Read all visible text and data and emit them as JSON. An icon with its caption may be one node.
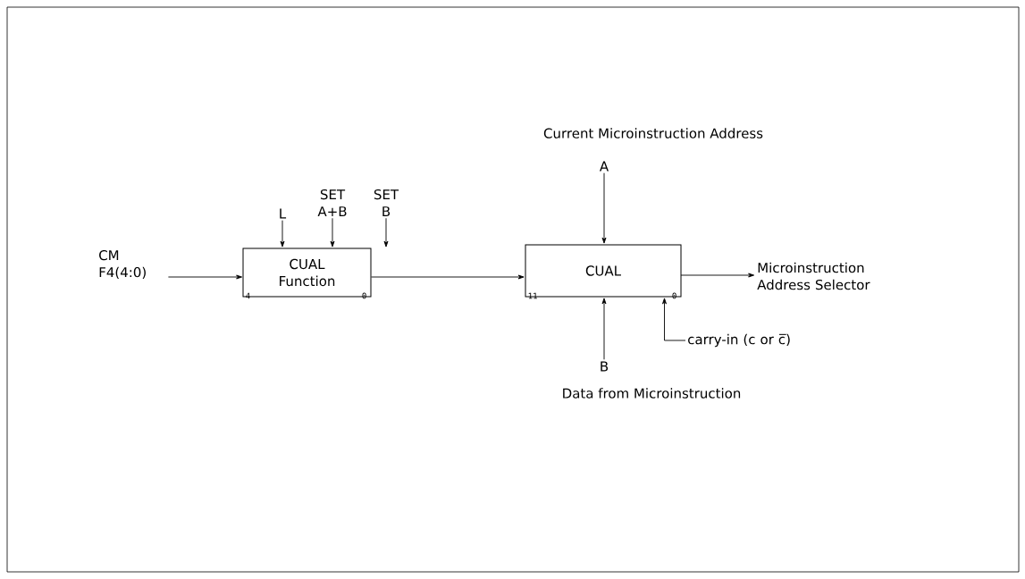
{
  "diagram": {
    "nodes": [
      {
        "text": [
          "CM F4(4:0)"
        ]
      },
      {
        "text": [
          "L"
        ]
      },
      {
        "text": [
          "SET A+B"
        ]
      },
      {
        "text": [
          "SET B"
        ]
      },
      {
        "text": [
          "CUAL Function",
          "4",
          "0"
        ]
      },
      {
        "text": [
          "A"
        ],
        "beside": [
          "Current Microinstruction Address"
        ]
      },
      {
        "text": [
          "CUAL",
          "11",
          "0"
        ]
      },
      {
        "text": [
          "Microinstruction Address Selector"
        ]
      },
      {
        "text": [
          "B"
        ],
        "beside": [
          "Data from Microinstruction"
        ]
      },
      {
        "text": [
          "carry-in (c or c̅)"
        ]
      }
    ],
    "edges": [
      {
        "from": 0,
        "to": 4,
        "arrow": "to"
      },
      {
        "from": 1,
        "to": 4,
        "arrow": "to"
      },
      {
        "from": 2,
        "to": 4,
        "arrow": "to"
      },
      {
        "from": 3,
        "to": 4,
        "arrow": "to"
      },
      {
        "from": 4,
        "to": 6,
        "arrow": "to"
      },
      {
        "from": 5,
        "to": 6,
        "arrow": "to"
      },
      {
        "from": 6,
        "to": 7,
        "arrow": "to"
      },
      {
        "from": 8,
        "to": 6,
        "arrow": "to"
      },
      {
        "from": 9,
        "to": 6,
        "arrow": "to"
      }
    ]
  }
}
